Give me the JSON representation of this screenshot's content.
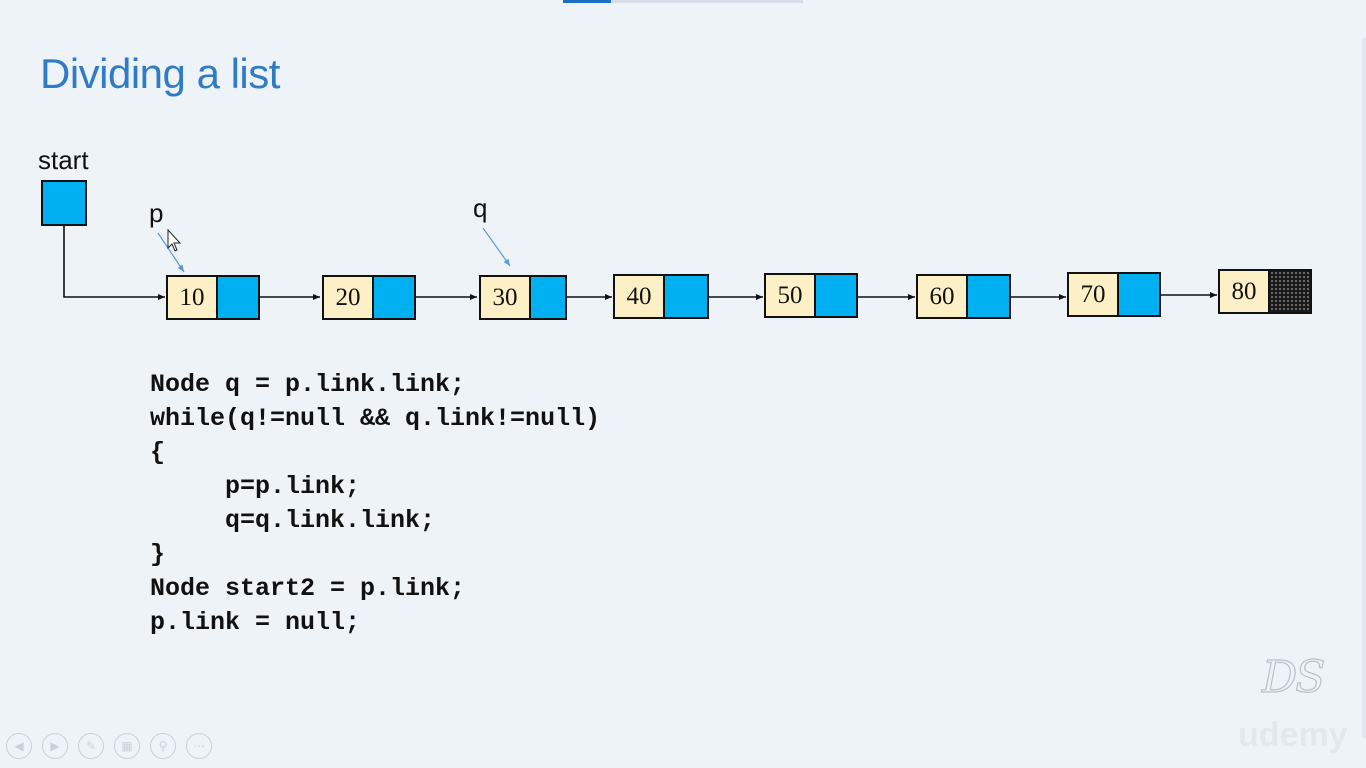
{
  "slide": {
    "title": "Dividing a list"
  },
  "labels": {
    "start": "start",
    "p": "p",
    "q": "q"
  },
  "list": {
    "nodes": [
      {
        "value": "10",
        "link": "pointer"
      },
      {
        "value": "20",
        "link": "pointer"
      },
      {
        "value": "30",
        "link": "pointer"
      },
      {
        "value": "40",
        "link": "pointer"
      },
      {
        "value": "50",
        "link": "pointer"
      },
      {
        "value": "60",
        "link": "pointer"
      },
      {
        "value": "70",
        "link": "pointer"
      },
      {
        "value": "80",
        "link": "null"
      }
    ],
    "p_points_to": "10",
    "q_points_to": "30"
  },
  "code": {
    "lines": [
      "Node q = p.link.link;",
      "while(q!=null && q.link!=null)",
      "{",
      "     p=p.link;",
      "     q=q.link.link;",
      "}",
      "Node start2 = p.link;",
      "p.link = null;"
    ]
  },
  "watermark": {
    "logo": "DS",
    "brand": "udemy"
  },
  "controls": [
    "previous-icon",
    "next-icon",
    "pen-icon",
    "slides-icon",
    "zoom-icon",
    "more-icon"
  ],
  "colors": {
    "title": "#2f7bc6",
    "pointer_cell": "#00b0f0",
    "data_cell": "#fdf0c6",
    "null_cell": "#1a1a1a"
  }
}
